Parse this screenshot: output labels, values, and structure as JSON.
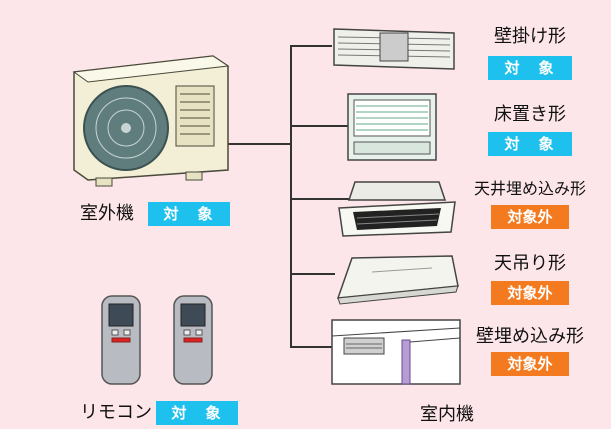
{
  "outdoor_unit": {
    "label": "室外機",
    "badge": "対　象",
    "badge_color": "#1ec1ee"
  },
  "remote": {
    "label": "リモコン",
    "badge": "対　象",
    "badge_color": "#1ec1ee"
  },
  "indoor_caption": "室内機",
  "indoor_units": [
    {
      "label": "壁掛け形",
      "badge": "対　象",
      "badge_color": "#1ec1ee"
    },
    {
      "label": "床置き形",
      "badge": "対　象",
      "badge_color": "#1ec1ee"
    },
    {
      "label": "天井埋め込み形",
      "badge": "対象外",
      "badge_color": "#f47a1f"
    },
    {
      "label": "天吊り形",
      "badge": "対象外",
      "badge_color": "#f47a1f"
    },
    {
      "label": "壁埋め込み形",
      "badge": "対象外",
      "badge_color": "#f47a1f"
    }
  ],
  "colors": {
    "background": "#fde6ea",
    "unit_body": "#f2efd6",
    "unit_dark": "#5e7d7c"
  }
}
